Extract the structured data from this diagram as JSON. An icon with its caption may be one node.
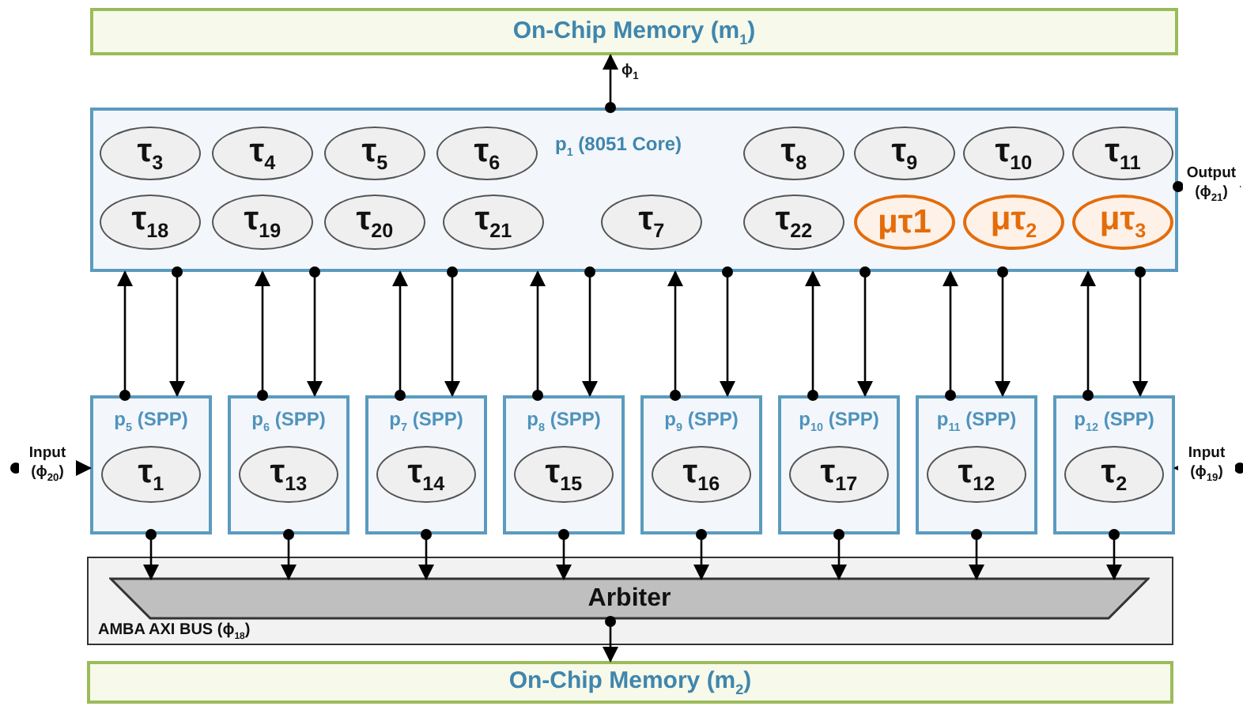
{
  "diagram": {
    "nodes": [
      {
        "text": [
          "On-Chip Memory (m$_{1}$)"
        ]
      },
      {
        "text": [
          "p$_{1}$ (8051 Core)"
        ]
      },
      {
        "text": [
          "τ$_{3}$"
        ],
        "in": 1
      },
      {
        "text": [
          "τ$_{4}$"
        ],
        "in": 1
      },
      {
        "text": [
          "τ$_{5}$"
        ],
        "in": 1
      },
      {
        "text": [
          "τ$_{6}$"
        ],
        "in": 1
      },
      {
        "text": [
          "τ$_{8}$"
        ],
        "in": 1
      },
      {
        "text": [
          "τ$_{9}$"
        ],
        "in": 1
      },
      {
        "text": [
          "τ$_{10}$"
        ],
        "in": 1
      },
      {
        "text": [
          "τ$_{11}$"
        ],
        "in": 1
      },
      {
        "text": [
          "τ$_{18}$"
        ],
        "in": 1
      },
      {
        "text": [
          "τ$_{19}$"
        ],
        "in": 1
      },
      {
        "text": [
          "τ$_{20}$"
        ],
        "in": 1
      },
      {
        "text": [
          "τ$_{21}$"
        ],
        "in": 1
      },
      {
        "text": [
          "τ$_{7}$"
        ],
        "in": 1
      },
      {
        "text": [
          "τ$_{22}$"
        ],
        "in": 1
      },
      {
        "text": [
          "μτ1"
        ],
        "in": 1
      },
      {
        "text": [
          "μτ$_{2}$"
        ],
        "in": 1
      },
      {
        "text": [
          "μτ$_{3}$"
        ],
        "in": 1
      },
      {
        "text": [
          "p$_{5}$ (SPP)"
        ]
      },
      {
        "text": [
          "τ$_{1}$"
        ],
        "in": 19
      },
      {
        "text": [
          "p$_{6}$ (SPP)"
        ]
      },
      {
        "text": [
          "τ$_{13}$"
        ],
        "in": 21
      },
      {
        "text": [
          "p$_{7}$ (SPP)"
        ]
      },
      {
        "text": [
          "τ$_{14}$"
        ],
        "in": 23
      },
      {
        "text": [
          "p$_{8}$ (SPP)"
        ]
      },
      {
        "text": [
          "τ$_{15}$"
        ],
        "in": 25
      },
      {
        "text": [
          "p$_{9}$ (SPP)"
        ]
      },
      {
        "text": [
          "τ$_{16}$"
        ],
        "in": 27
      },
      {
        "text": [
          "p$_{10}$ (SPP)"
        ]
      },
      {
        "text": [
          "τ$_{17}$"
        ],
        "in": 29
      },
      {
        "text": [
          "p$_{11}$ (SPP)"
        ]
      },
      {
        "text": [
          "τ$_{12}$"
        ],
        "in": 31
      },
      {
        "text": [
          "p$_{12}$ (SPP)"
        ]
      },
      {
        "text": [
          "τ$_{2}$"
        ],
        "in": 33
      },
      {
        "text": [
          "AMBA AXI BUS (ϕ$_{18}$)"
        ]
      },
      {
        "text": [
          "Arbiter"
        ],
        "in": 35
      },
      {
        "text": [
          "On-Chip Memory (m$_{2}$)"
        ]
      }
    ],
    "edges": [
      {
        "from": 1,
        "to": 0,
        "arrow": "to",
        "label": "ϕ$_{1}$"
      },
      {
        "from": 19,
        "to": 1,
        "arrow": "to"
      },
      {
        "from": 1,
        "to": 19,
        "arrow": "to"
      },
      {
        "from": 21,
        "to": 1,
        "arrow": "to"
      },
      {
        "from": 1,
        "to": 21,
        "arrow": "to"
      },
      {
        "from": 23,
        "to": 1,
        "arrow": "to"
      },
      {
        "from": 1,
        "to": 23,
        "arrow": "to"
      },
      {
        "from": 25,
        "to": 1,
        "arrow": "to"
      },
      {
        "from": 1,
        "to": 25,
        "arrow": "to"
      },
      {
        "from": 27,
        "to": 1,
        "arrow": "to"
      },
      {
        "from": 1,
        "to": 27,
        "arrow": "to"
      },
      {
        "from": 29,
        "to": 1,
        "arrow": "to"
      },
      {
        "from": 1,
        "to": 29,
        "arrow": "to"
      },
      {
        "from": 31,
        "to": 1,
        "arrow": "to"
      },
      {
        "from": 1,
        "to": 31,
        "arrow": "to"
      },
      {
        "from": 33,
        "to": 1,
        "arrow": "to"
      },
      {
        "from": 1,
        "to": 33,
        "arrow": "to"
      },
      {
        "from": 19,
        "to": 36,
        "arrow": "to"
      },
      {
        "from": 21,
        "to": 36,
        "arrow": "to"
      },
      {
        "from": 23,
        "to": 36,
        "arrow": "to"
      },
      {
        "from": 25,
        "to": 36,
        "arrow": "to"
      },
      {
        "from": 27,
        "to": 36,
        "arrow": "to"
      },
      {
        "from": 29,
        "to": 36,
        "arrow": "to"
      },
      {
        "from": 31,
        "to": 36,
        "arrow": "to"
      },
      {
        "from": 33,
        "to": 36,
        "arrow": "to"
      },
      {
        "from": 36,
        "to": 37,
        "arrow": "to"
      },
      {
        "from": null,
        "to": 19,
        "arrow": "to",
        "label": "Input (ϕ$_{20}$)"
      },
      {
        "from": null,
        "to": 33,
        "arrow": "to",
        "label": "Input (ϕ$_{19}$)"
      },
      {
        "from": 1,
        "to": null,
        "arrow": "to",
        "label": "Output (ϕ$_{21}$)"
      }
    ]
  }
}
